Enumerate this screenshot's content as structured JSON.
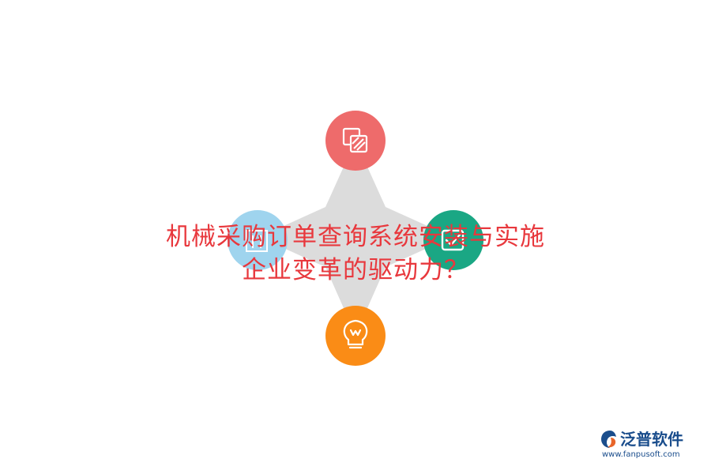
{
  "title": {
    "line1": "机械采购订单查询系统安装与实施",
    "line2": "企业变革的驱动力？"
  },
  "diagram": {
    "nodes": [
      {
        "id": "top",
        "color": "#ee6b6b",
        "icon": "layers-icon"
      },
      {
        "id": "left",
        "color": "#9fd4ee",
        "icon": "building-icon"
      },
      {
        "id": "right",
        "color": "#1aa784",
        "icon": "check-icon"
      },
      {
        "id": "bottom",
        "color": "#fa8c16",
        "icon": "lightbulb-icon"
      }
    ],
    "star_color": "#dcdcdc"
  },
  "logo": {
    "name": "泛普软件",
    "url": "www.fanpusoft.com",
    "icon": "fanpu-logo-icon",
    "color": "#1a4d8c",
    "accent": "#e8652a"
  }
}
